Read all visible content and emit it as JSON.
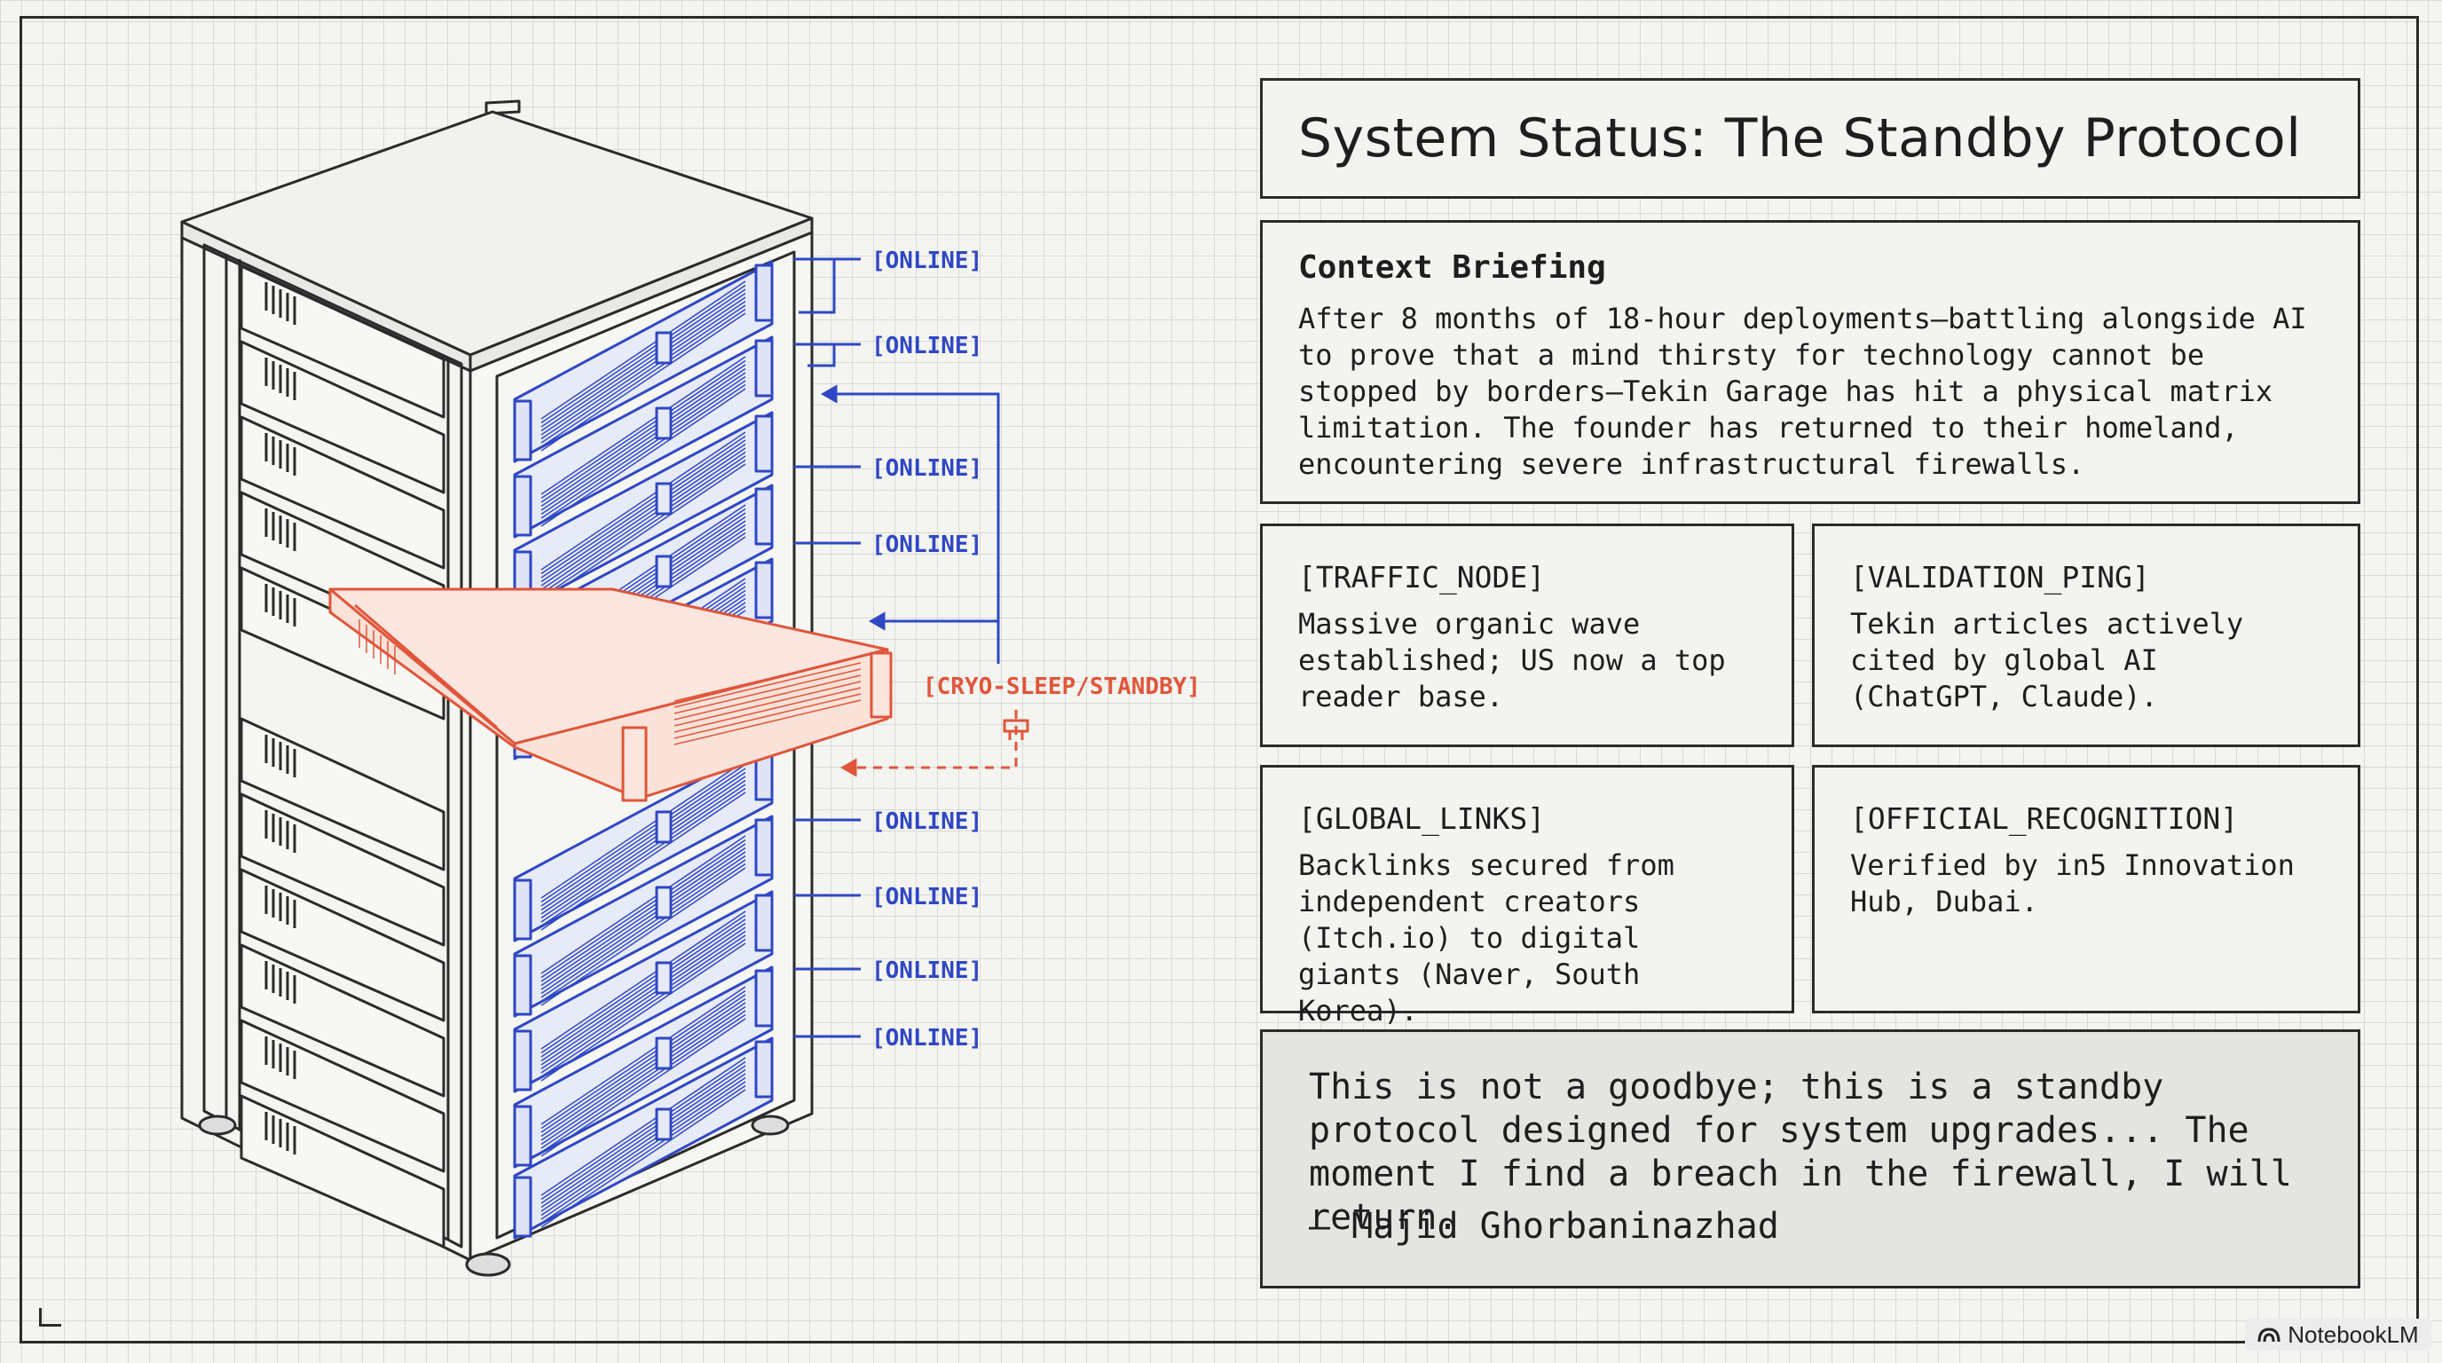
{
  "diagram": {
    "status_labels": [
      "[ONLINE]",
      "[ONLINE]",
      "[ONLINE]",
      "[ONLINE]",
      "[CRYO-SLEEP/STANDBY]",
      "[ONLINE]",
      "[ONLINE]",
      "[ONLINE]",
      "[ONLINE]"
    ],
    "colors": {
      "online": "#2f47c4",
      "standby": "#e0553a",
      "ink": "#2b2b2b"
    }
  },
  "title": "System Status: The Standby Protocol",
  "context": {
    "heading": "Context Briefing",
    "body": "After 8 months of 18-hour deployments—battling alongside AI to prove that a mind thirsty for technology cannot be stopped by borders—Tekin Garage has hit a physical matrix limitation. The founder has returned to their homeland, encountering severe infrastructural firewalls."
  },
  "cards": [
    {
      "label": "[TRAFFIC_NODE]",
      "text": "Massive organic wave established; US now a top reader base."
    },
    {
      "label": "[VALIDATION_PING]",
      "text": "Tekin articles actively cited by global AI (ChatGPT, Claude)."
    },
    {
      "label": "[GLOBAL_LINKS]",
      "text": "Backlinks secured from independent creators (Itch.io) to digital giants (Naver, South Korea)."
    },
    {
      "label": "[OFFICIAL_RECOGNITION]",
      "text": "Verified by in5 Innovation Hub, Dubai."
    }
  ],
  "quote": {
    "text": "This is not a goodbye; this is a standby protocol designed for system upgrades... The moment I find a breach in the firewall, I will return.",
    "author": "— Majid Ghorbaninazhad"
  },
  "watermark": {
    "text": "NotebookLM",
    "icon": "notebooklm-logo-icon"
  }
}
